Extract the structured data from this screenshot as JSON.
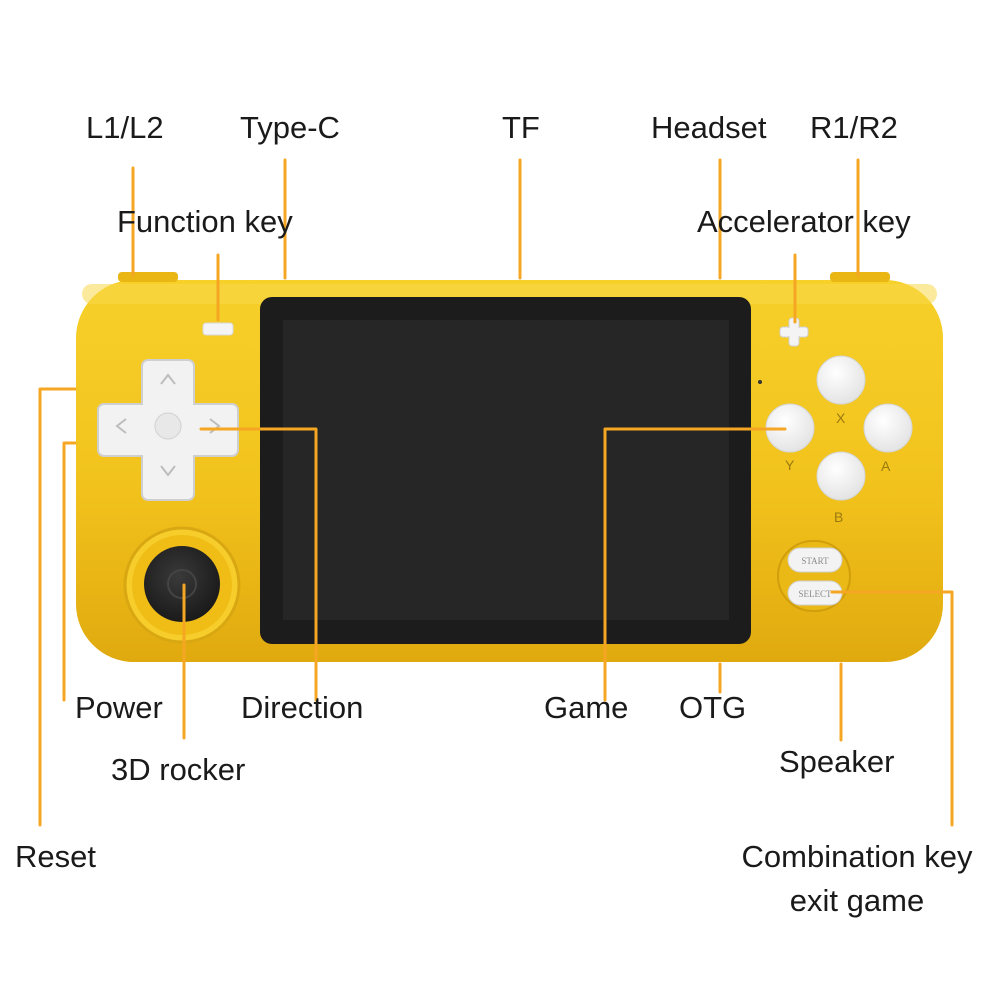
{
  "labels": {
    "l1l2": "L1/L2",
    "type_c": "Type-C",
    "tf": "TF",
    "headset": "Headset",
    "r1r2": "R1/R2",
    "function_key": "Function key",
    "accelerator_key": "Accelerator key",
    "power": "Power",
    "direction": "Direction",
    "game": "Game",
    "otg": "OTG",
    "rocker_3d": "3D rocker",
    "speaker": "Speaker",
    "reset": "Reset",
    "combination_line1": "Combination key",
    "combination_line2": "exit game"
  },
  "buttons": {
    "x": "X",
    "y": "Y",
    "a": "A",
    "b": "B",
    "start": "START",
    "select": "SELECT"
  },
  "colors": {
    "body": "#f2c21c",
    "leader": "#f5a623",
    "screen_bezel": "#1c1c1c",
    "screen": "#262626",
    "button": "#f4f4f4",
    "stick": "#2a2a2a"
  }
}
